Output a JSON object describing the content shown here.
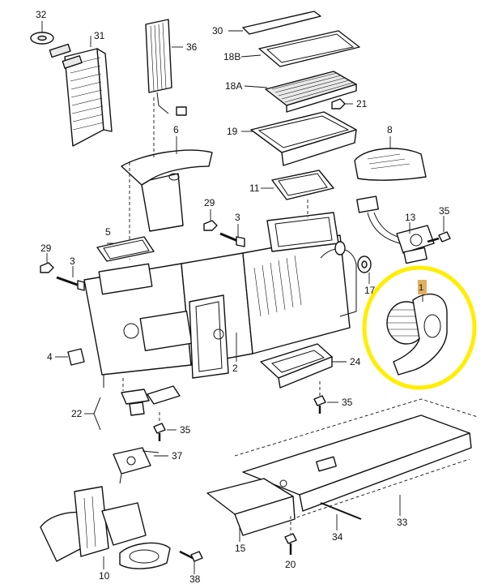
{
  "diagram": {
    "callouts": {
      "c1": "1",
      "c2": "2",
      "c3a": "3",
      "c3b": "3",
      "c4": "4",
      "c5": "5",
      "c6": "6",
      "c8": "8",
      "c10": "10",
      "c11": "11",
      "c13": "13",
      "c15": "15",
      "c17": "17",
      "c18A": "18A",
      "c18B": "18B",
      "c19": "19",
      "c20": "20",
      "c21": "21",
      "c22": "22",
      "c24": "24",
      "c29a": "29",
      "c29b": "29",
      "c30": "30",
      "c31": "31",
      "c32": "32",
      "c33": "33",
      "c34": "34",
      "c35a": "35",
      "c35b": "35",
      "c35c": "35",
      "c36": "36",
      "c37": "37",
      "c38": "38"
    },
    "highlight": {
      "color": "#ffee00",
      "badge_color": "#e0b060"
    }
  }
}
